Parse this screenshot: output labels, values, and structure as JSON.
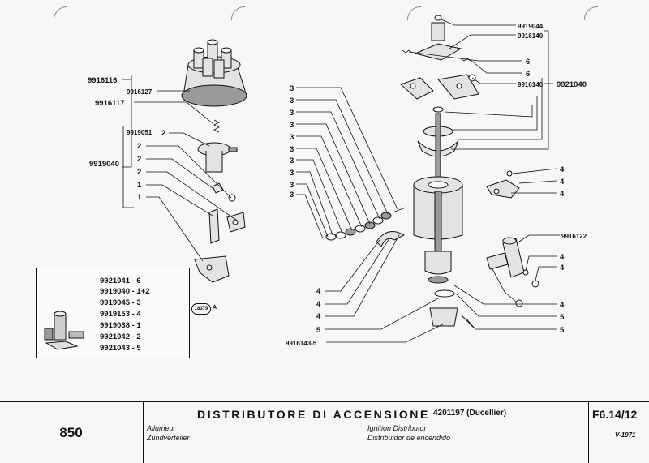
{
  "diagram": {
    "left_labels": {
      "cap": "9916116",
      "rotor": "9916127",
      "spring": "9916117",
      "group": "9919040",
      "col": [
        "9919051",
        "2",
        "2",
        "2",
        "2",
        "1",
        "1"
      ]
    },
    "stamp": "18379",
    "stamp_suffix": "A",
    "center_labels_3": [
      "3",
      "3",
      "3",
      "3",
      "3",
      "3",
      "3",
      "3",
      "3",
      "3"
    ],
    "lower_labels": [
      "4",
      "4",
      "4",
      "5",
      "9916143-5"
    ],
    "right_labels": {
      "top": [
        "9919044",
        "9916140",
        "6",
        "6",
        "9916140"
      ],
      "group": "9921040",
      "mid": [
        "4",
        "4",
        "4"
      ],
      "condenser": "9916122",
      "low": [
        "4",
        "4",
        "4",
        "5",
        "5"
      ]
    }
  },
  "legend": {
    "rows": [
      "9921041  -  6",
      "9919040  -  1+2",
      "9919045  -  3",
      "9919153  -  4",
      "9919038  -  1",
      "9921042  -  2",
      "9921043  -  5"
    ]
  },
  "footer": {
    "model": "850",
    "title": "DISTRIBUTORE DI ACCENSIONE",
    "ref": "4201197 (Ducellier)",
    "fr": "Allumeur",
    "de": "Zündverteiler",
    "en": "Ignition Distributor",
    "es": "Distribuidor de encendido",
    "code": "F6.14/12",
    "date": "V-1971"
  }
}
